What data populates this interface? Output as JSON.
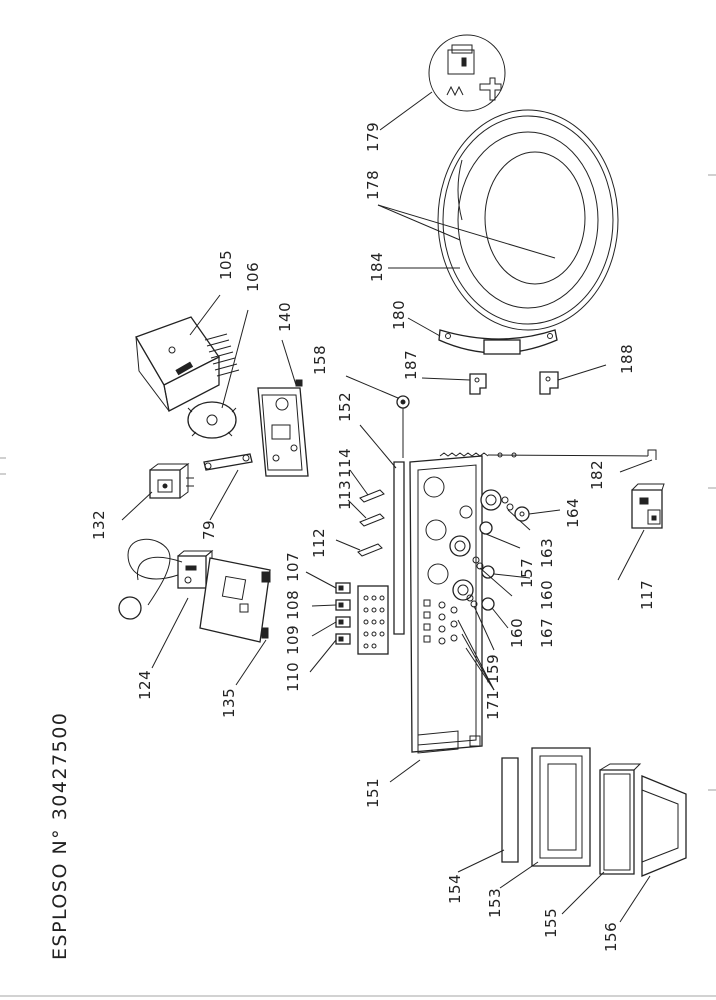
{
  "title": "ESPLOSO N° 30427500",
  "parts": [
    {
      "num": "105"
    },
    {
      "num": "106"
    },
    {
      "num": "140"
    },
    {
      "num": "158"
    },
    {
      "num": "152"
    },
    {
      "num": "114"
    },
    {
      "num": "113"
    },
    {
      "num": "112"
    },
    {
      "num": "107"
    },
    {
      "num": "108"
    },
    {
      "num": "109"
    },
    {
      "num": "110"
    },
    {
      "num": "132"
    },
    {
      "num": "79"
    },
    {
      "num": "124"
    },
    {
      "num": "135"
    },
    {
      "num": "151"
    },
    {
      "num": "154"
    },
    {
      "num": "153"
    },
    {
      "num": "155"
    },
    {
      "num": "156"
    },
    {
      "num": "171"
    },
    {
      "num": "159"
    },
    {
      "num": "160"
    },
    {
      "num": "167"
    },
    {
      "num": "160"
    },
    {
      "num": "157"
    },
    {
      "num": "163"
    },
    {
      "num": "164"
    },
    {
      "num": "182"
    },
    {
      "num": "117"
    },
    {
      "num": "187"
    },
    {
      "num": "188"
    },
    {
      "num": "180"
    },
    {
      "num": "184"
    },
    {
      "num": "178"
    },
    {
      "num": "179"
    }
  ]
}
